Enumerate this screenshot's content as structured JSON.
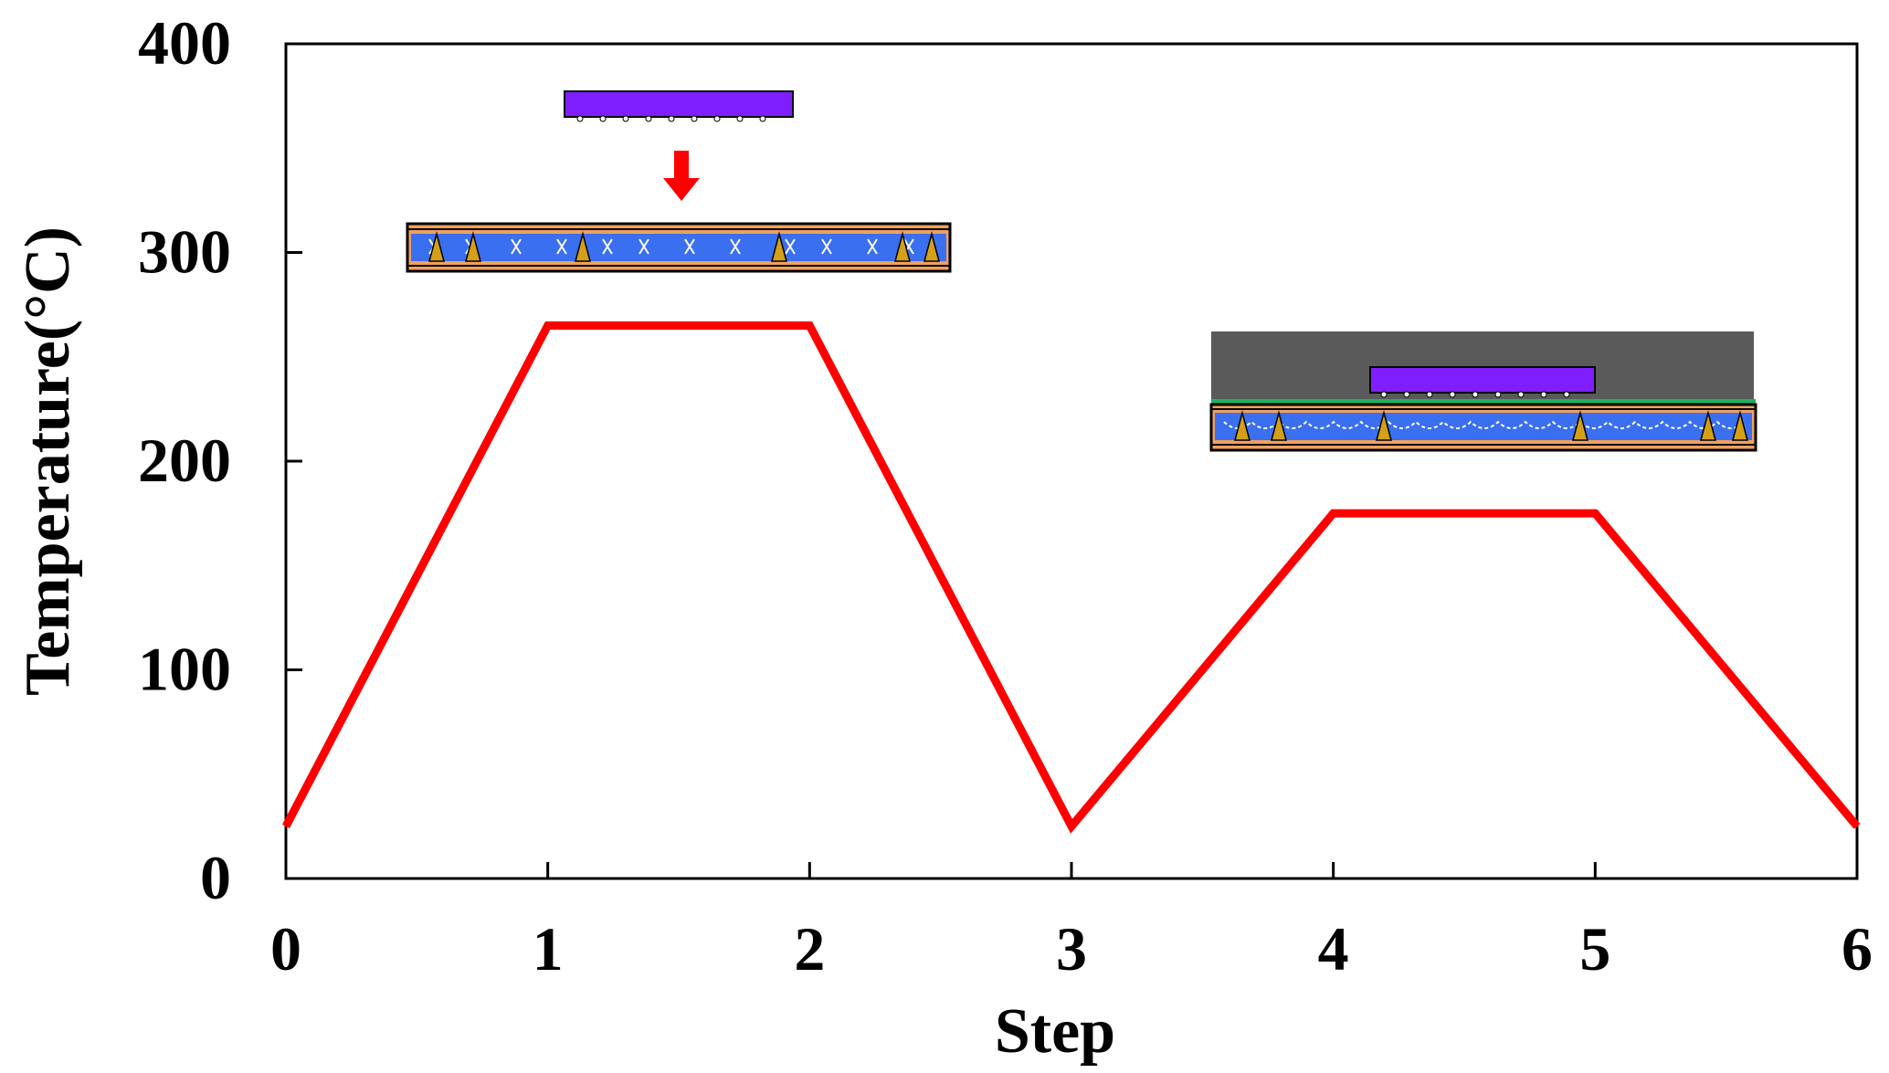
{
  "chart_data": {
    "type": "line",
    "title": "",
    "xlabel": "Step",
    "ylabel": "Temperature(°C)",
    "xlim": [
      0,
      6
    ],
    "ylim": [
      0,
      400
    ],
    "xticks": [
      0,
      1,
      2,
      3,
      4,
      5,
      6
    ],
    "yticks": [
      0,
      100,
      200,
      300,
      400
    ],
    "grid": false,
    "legend": "none",
    "series": [
      {
        "x": [
          0,
          1,
          2,
          3,
          4,
          5,
          6
        ],
        "y": [
          25,
          265,
          265,
          25,
          175,
          175,
          25
        ],
        "color": "#ff0000"
      }
    ],
    "annotations": [
      "schematic: chip being placed onto substrate (step 1-2)",
      "schematic: chip bonded on substrate under press (step 4-5)"
    ]
  },
  "colors": {
    "line": "#ff0000",
    "chip": "#7f1fff",
    "substrate": "#3a6ff0",
    "substrate_border": "#f0a060",
    "pillar": "#d4a017",
    "press": "#5a5a5a",
    "film": "#20b060"
  }
}
